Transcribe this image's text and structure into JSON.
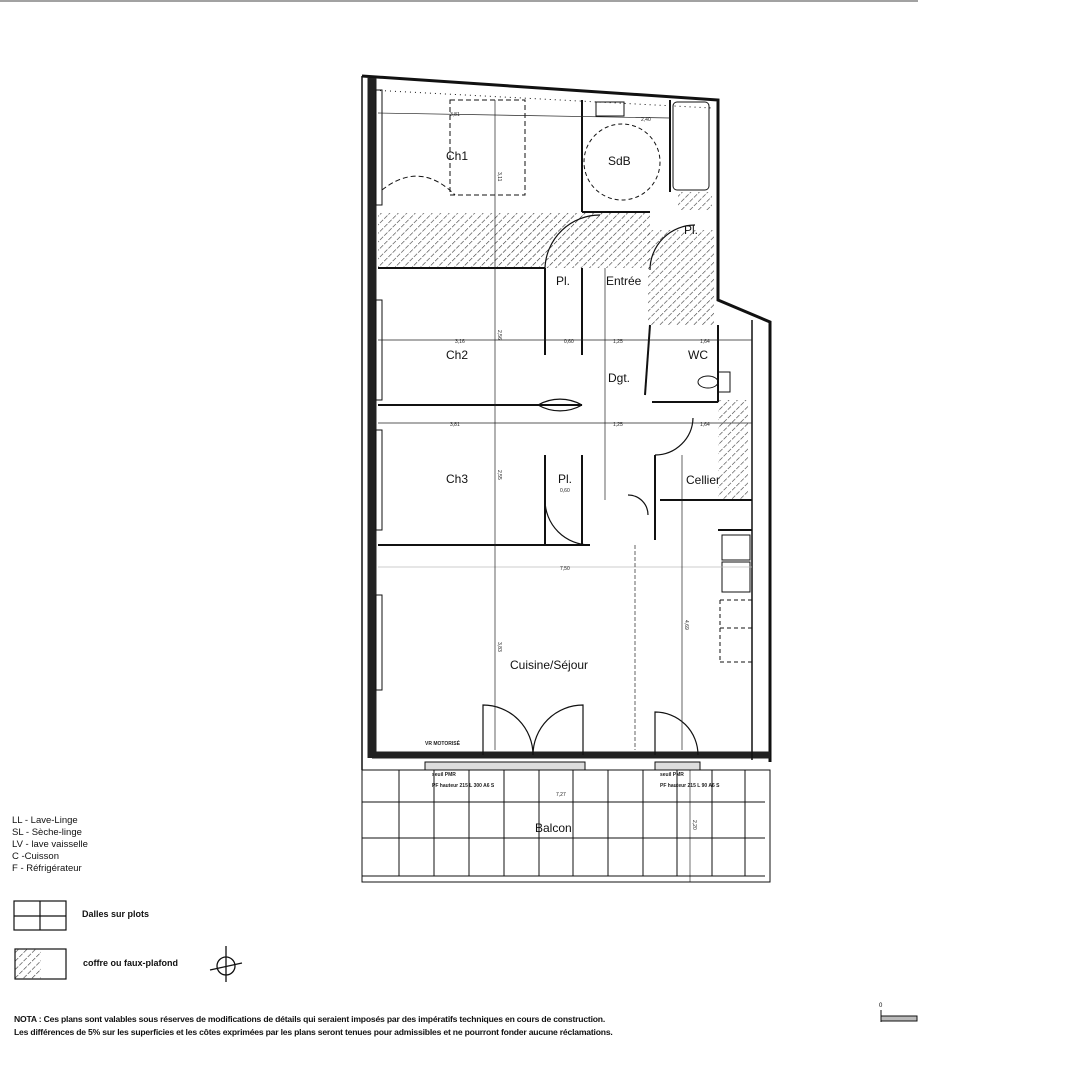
{
  "plan": {
    "rooms": {
      "ch1": "Ch1",
      "sdb": "SdB",
      "pl_bath": "Pl.",
      "pl_entry": "Pl.",
      "entree": "Entrée",
      "ch2": "Ch2",
      "wc": "WC",
      "dgt": "Dgt.",
      "ch3": "Ch3",
      "pl_ch3": "Pl.",
      "cellier": "Cellier",
      "sejour": "Cuisine/Séjour",
      "balcon": "Balcon"
    },
    "dimensions": {
      "ch1_width": "3,81",
      "sdb_width": "2,40",
      "ch1_height": "3,11",
      "ch2_width": "3,16",
      "pl_width": "0,60",
      "dgt_width": "1,25",
      "wc_width": "1,64",
      "ch2_height": "2,56",
      "ch3_width": "3,81",
      "dgt_width_2": "1,25",
      "cellier_width": "1,64",
      "ch3_height": "2,55",
      "pl_ch3_width": "0,60",
      "sejour_width": "7,50",
      "sejour_height": "3,83",
      "sejour_height_2": "4,69",
      "balcon_width": "7,27",
      "balcon_depth": "2,20"
    },
    "annotations": {
      "vr": "VR MOTORISÉ",
      "seuil_left": "seuil PMR",
      "window_left": "PF hauteur 215 L 300 A6 S",
      "seuil_right": "seuil PMR",
      "window_right": "PF hauteur 215 L 90 A6 S"
    }
  },
  "legend": {
    "abbreviations": [
      "LL  - Lave-Linge",
      "SL - Sèche-linge",
      "LV - lave vaisselle",
      "C   -Cuisson",
      "F   - Réfrigérateur"
    ],
    "dalles": "Dalles sur plots",
    "coffre": "coffre ou faux-plafond",
    "scale_zero": "0"
  },
  "nota": {
    "line1": "NOTA : Ces plans sont valables sous réserves de modifications de détails qui seraient imposés par des impératifs techniques en cours de construction.",
    "line2": "Les différences de 5% sur les superficies et les côtes exprimées par les plans seront tenues pour admissibles et ne pourront fonder aucune réclamations."
  }
}
